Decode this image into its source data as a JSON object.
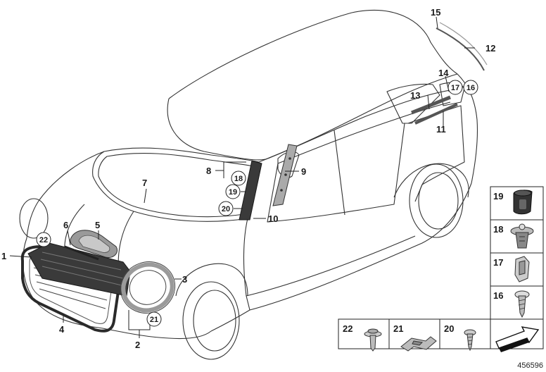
{
  "callouts": {
    "c1": "1",
    "c2": "2",
    "c3": "3",
    "c4": "4",
    "c5": "5",
    "c6": "6",
    "c7": "7",
    "c8": "8",
    "c9": "9",
    "c10": "10",
    "c11": "11",
    "c12": "12",
    "c13": "13",
    "c14": "14",
    "c15": "15",
    "c16": "16",
    "c17": "17",
    "c18": "18",
    "c19": "19",
    "c20": "20",
    "c21": "21",
    "c22": "22"
  },
  "legend": {
    "p19": "19",
    "p18": "18",
    "p17": "17",
    "p16": "16",
    "p22": "22",
    "p21": "21",
    "p20": "20"
  },
  "reference_number": "456596",
  "colors": {
    "line": "#333333",
    "part_dark": "#2a2a2a",
    "part_grey": "#9a9a9a"
  }
}
